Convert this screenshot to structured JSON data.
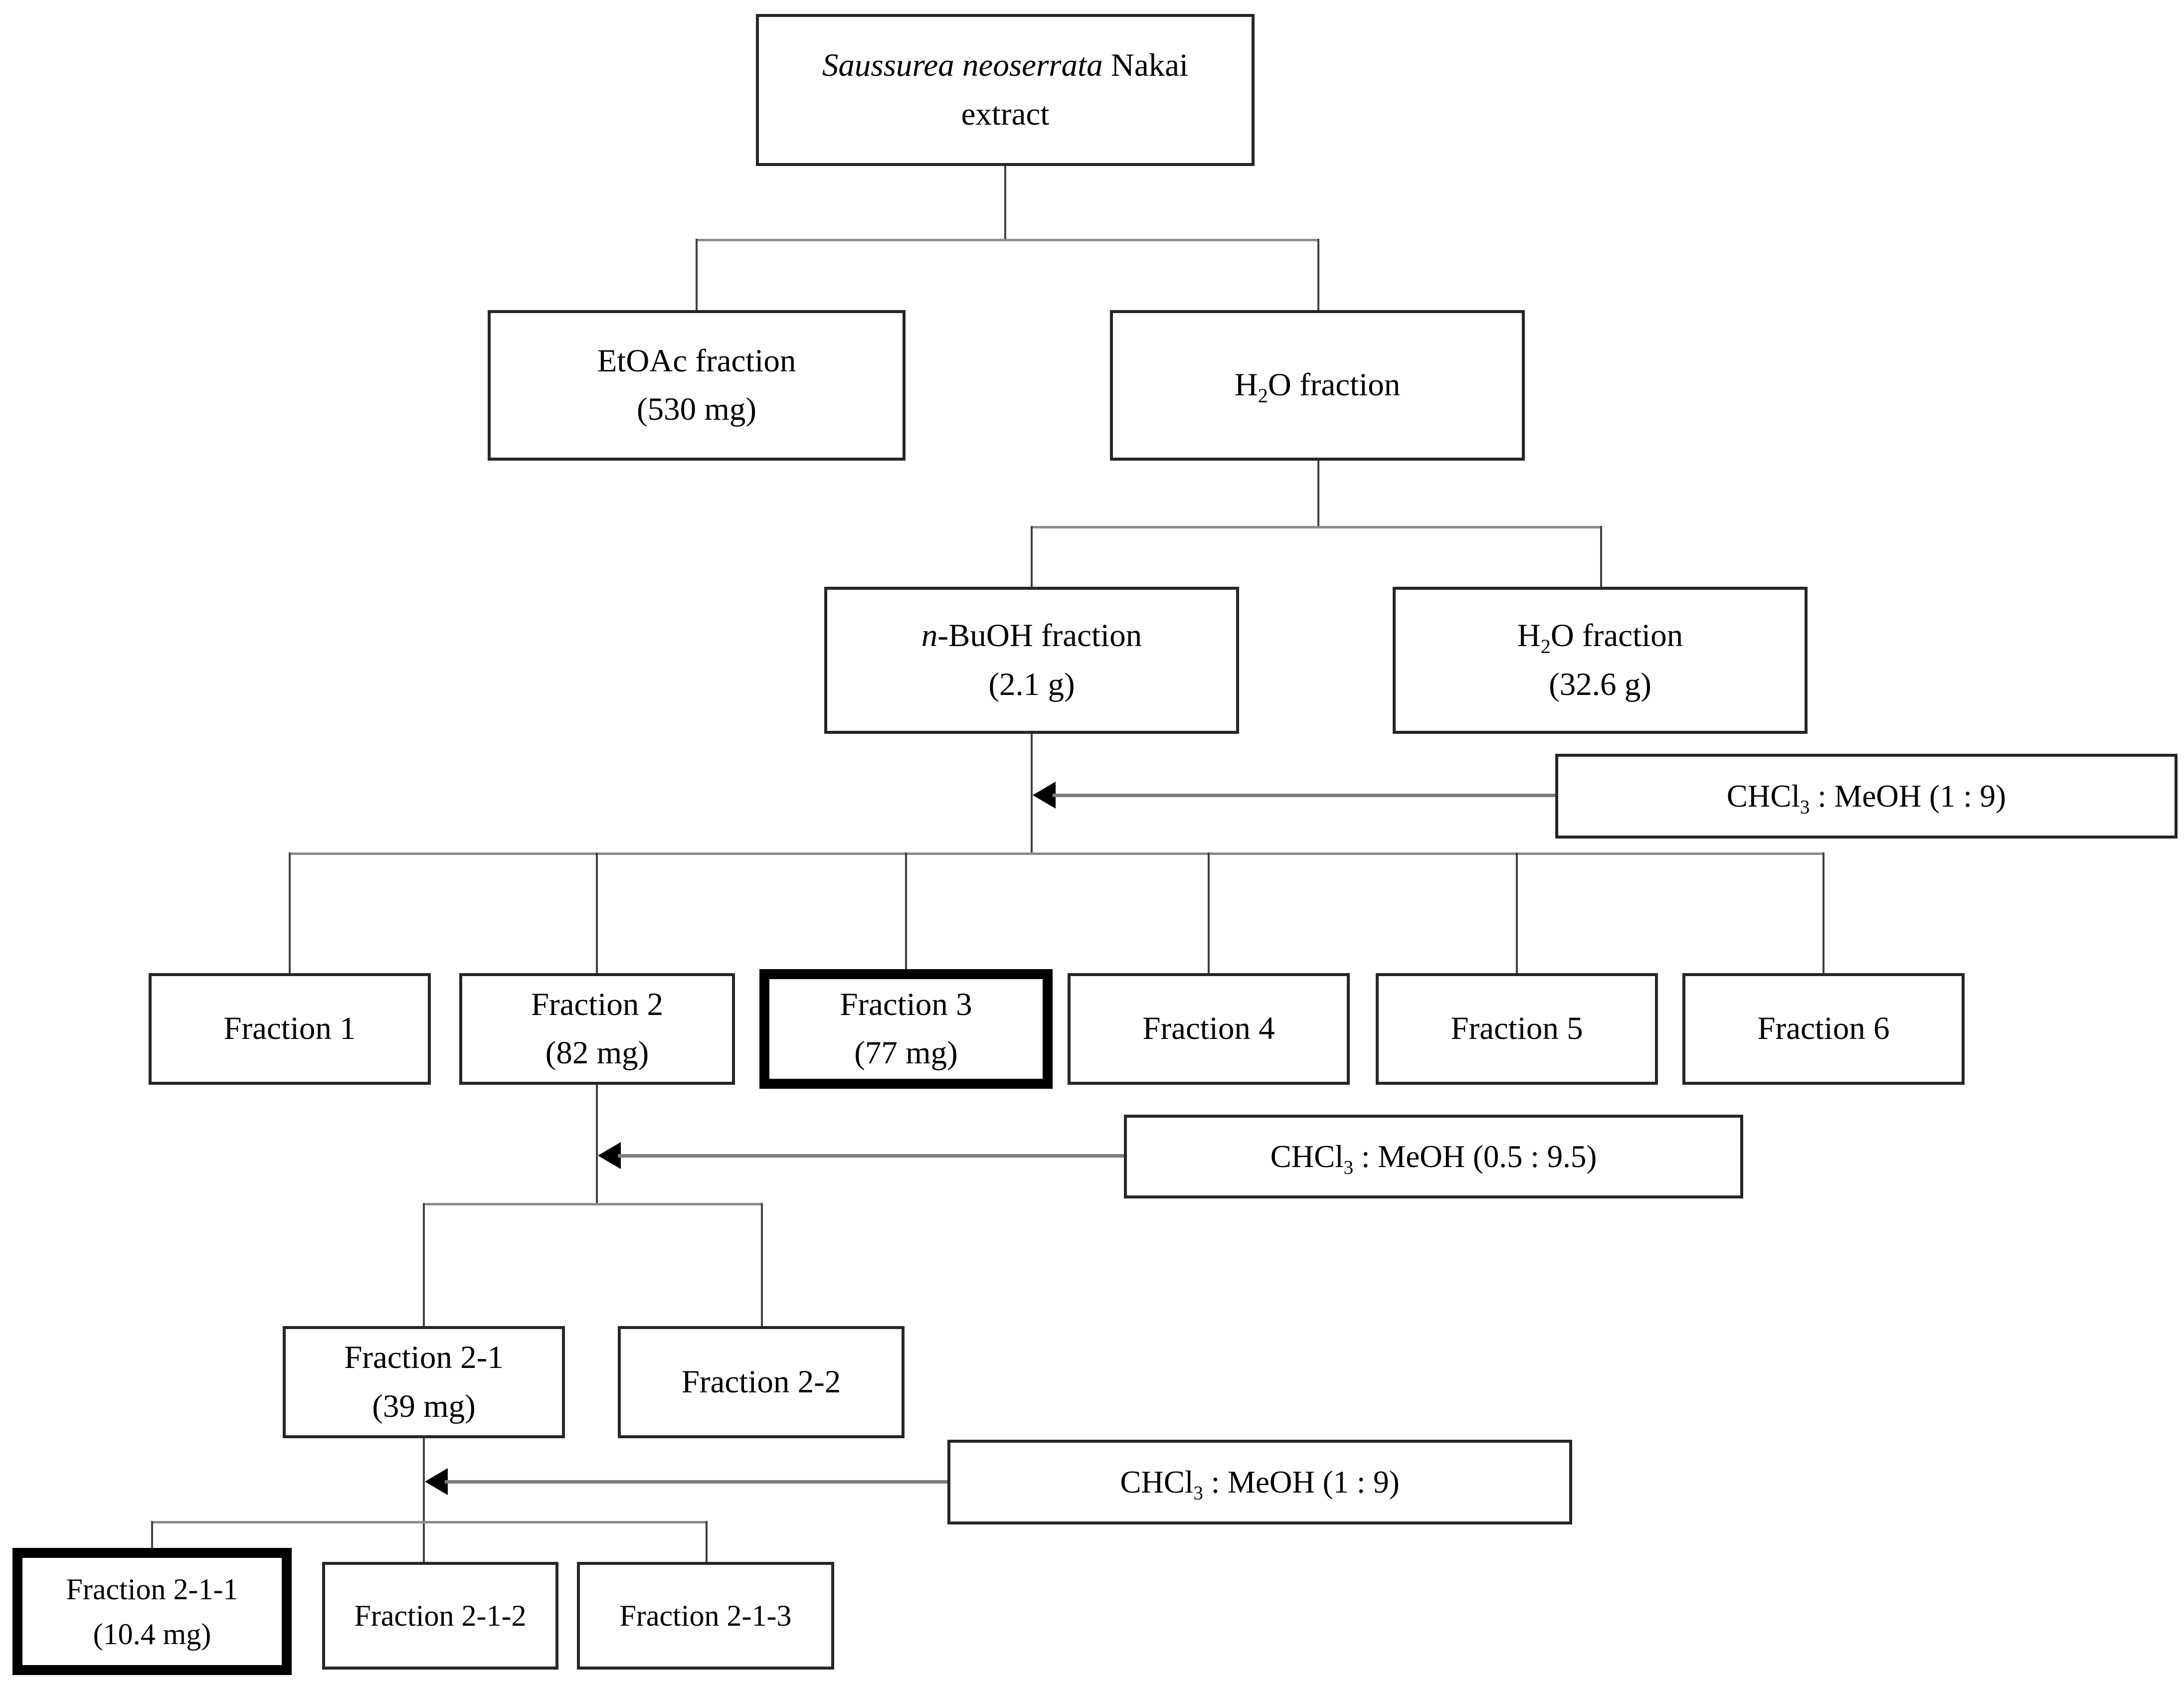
{
  "figure": {
    "description": "Fractionation flowchart of Saussurea neoserrata Nakai extract"
  },
  "boxes": {
    "root": {
      "italic": "Saussurea neoserrata",
      "rest": " Nakai",
      "line2": "extract"
    },
    "etoac": {
      "line1": "EtOAc fraction",
      "line2": "(530 mg)"
    },
    "h2o1": {
      "pre": "H",
      "sub": "2",
      "post": "O fraction"
    },
    "nbuoh": {
      "italic": "n",
      "rest": "-BuOH fraction",
      "line2": "(2.1 g)"
    },
    "h2o2": {
      "pre": "H",
      "sub": "2",
      "post": "O fraction",
      "line2": "(32.6 g)"
    },
    "solvent1": {
      "pre": "CHCl",
      "sub": "3",
      "post": " : MeOH (1 : 9)"
    },
    "f1": {
      "line1": "Fraction 1"
    },
    "f2": {
      "line1": "Fraction 2",
      "line2": "(82 mg)"
    },
    "f3": {
      "line1": "Fraction 3",
      "line2": "(77 mg)",
      "highlighted": true
    },
    "f4": {
      "line1": "Fraction 4"
    },
    "f5": {
      "line1": "Fraction 5"
    },
    "f6": {
      "line1": "Fraction 6"
    },
    "solvent2": {
      "pre": "CHCl",
      "sub": "3",
      "post": " : MeOH (0.5 : 9.5)"
    },
    "f21": {
      "line1": "Fraction 2-1",
      "line2": "(39 mg)"
    },
    "f22": {
      "line1": "Fraction 2-2"
    },
    "solvent3": {
      "pre": "CHCl",
      "sub": "3",
      "post": " : MeOH (1 : 9)"
    },
    "f211": {
      "line1": "Fraction 2-1-1",
      "line2": "(10.4 mg)",
      "highlighted": true
    },
    "f212": {
      "line1": "Fraction 2-1-2"
    },
    "f213": {
      "line1": "Fraction 2-1-3"
    }
  },
  "colors": {
    "background": "#ffffff",
    "box_border": "#262626",
    "highlight_border": "#000000",
    "connector_line": "#404040",
    "distribution_bar": "#8c8c8c",
    "arrow": "#000000",
    "text": "#000000"
  }
}
